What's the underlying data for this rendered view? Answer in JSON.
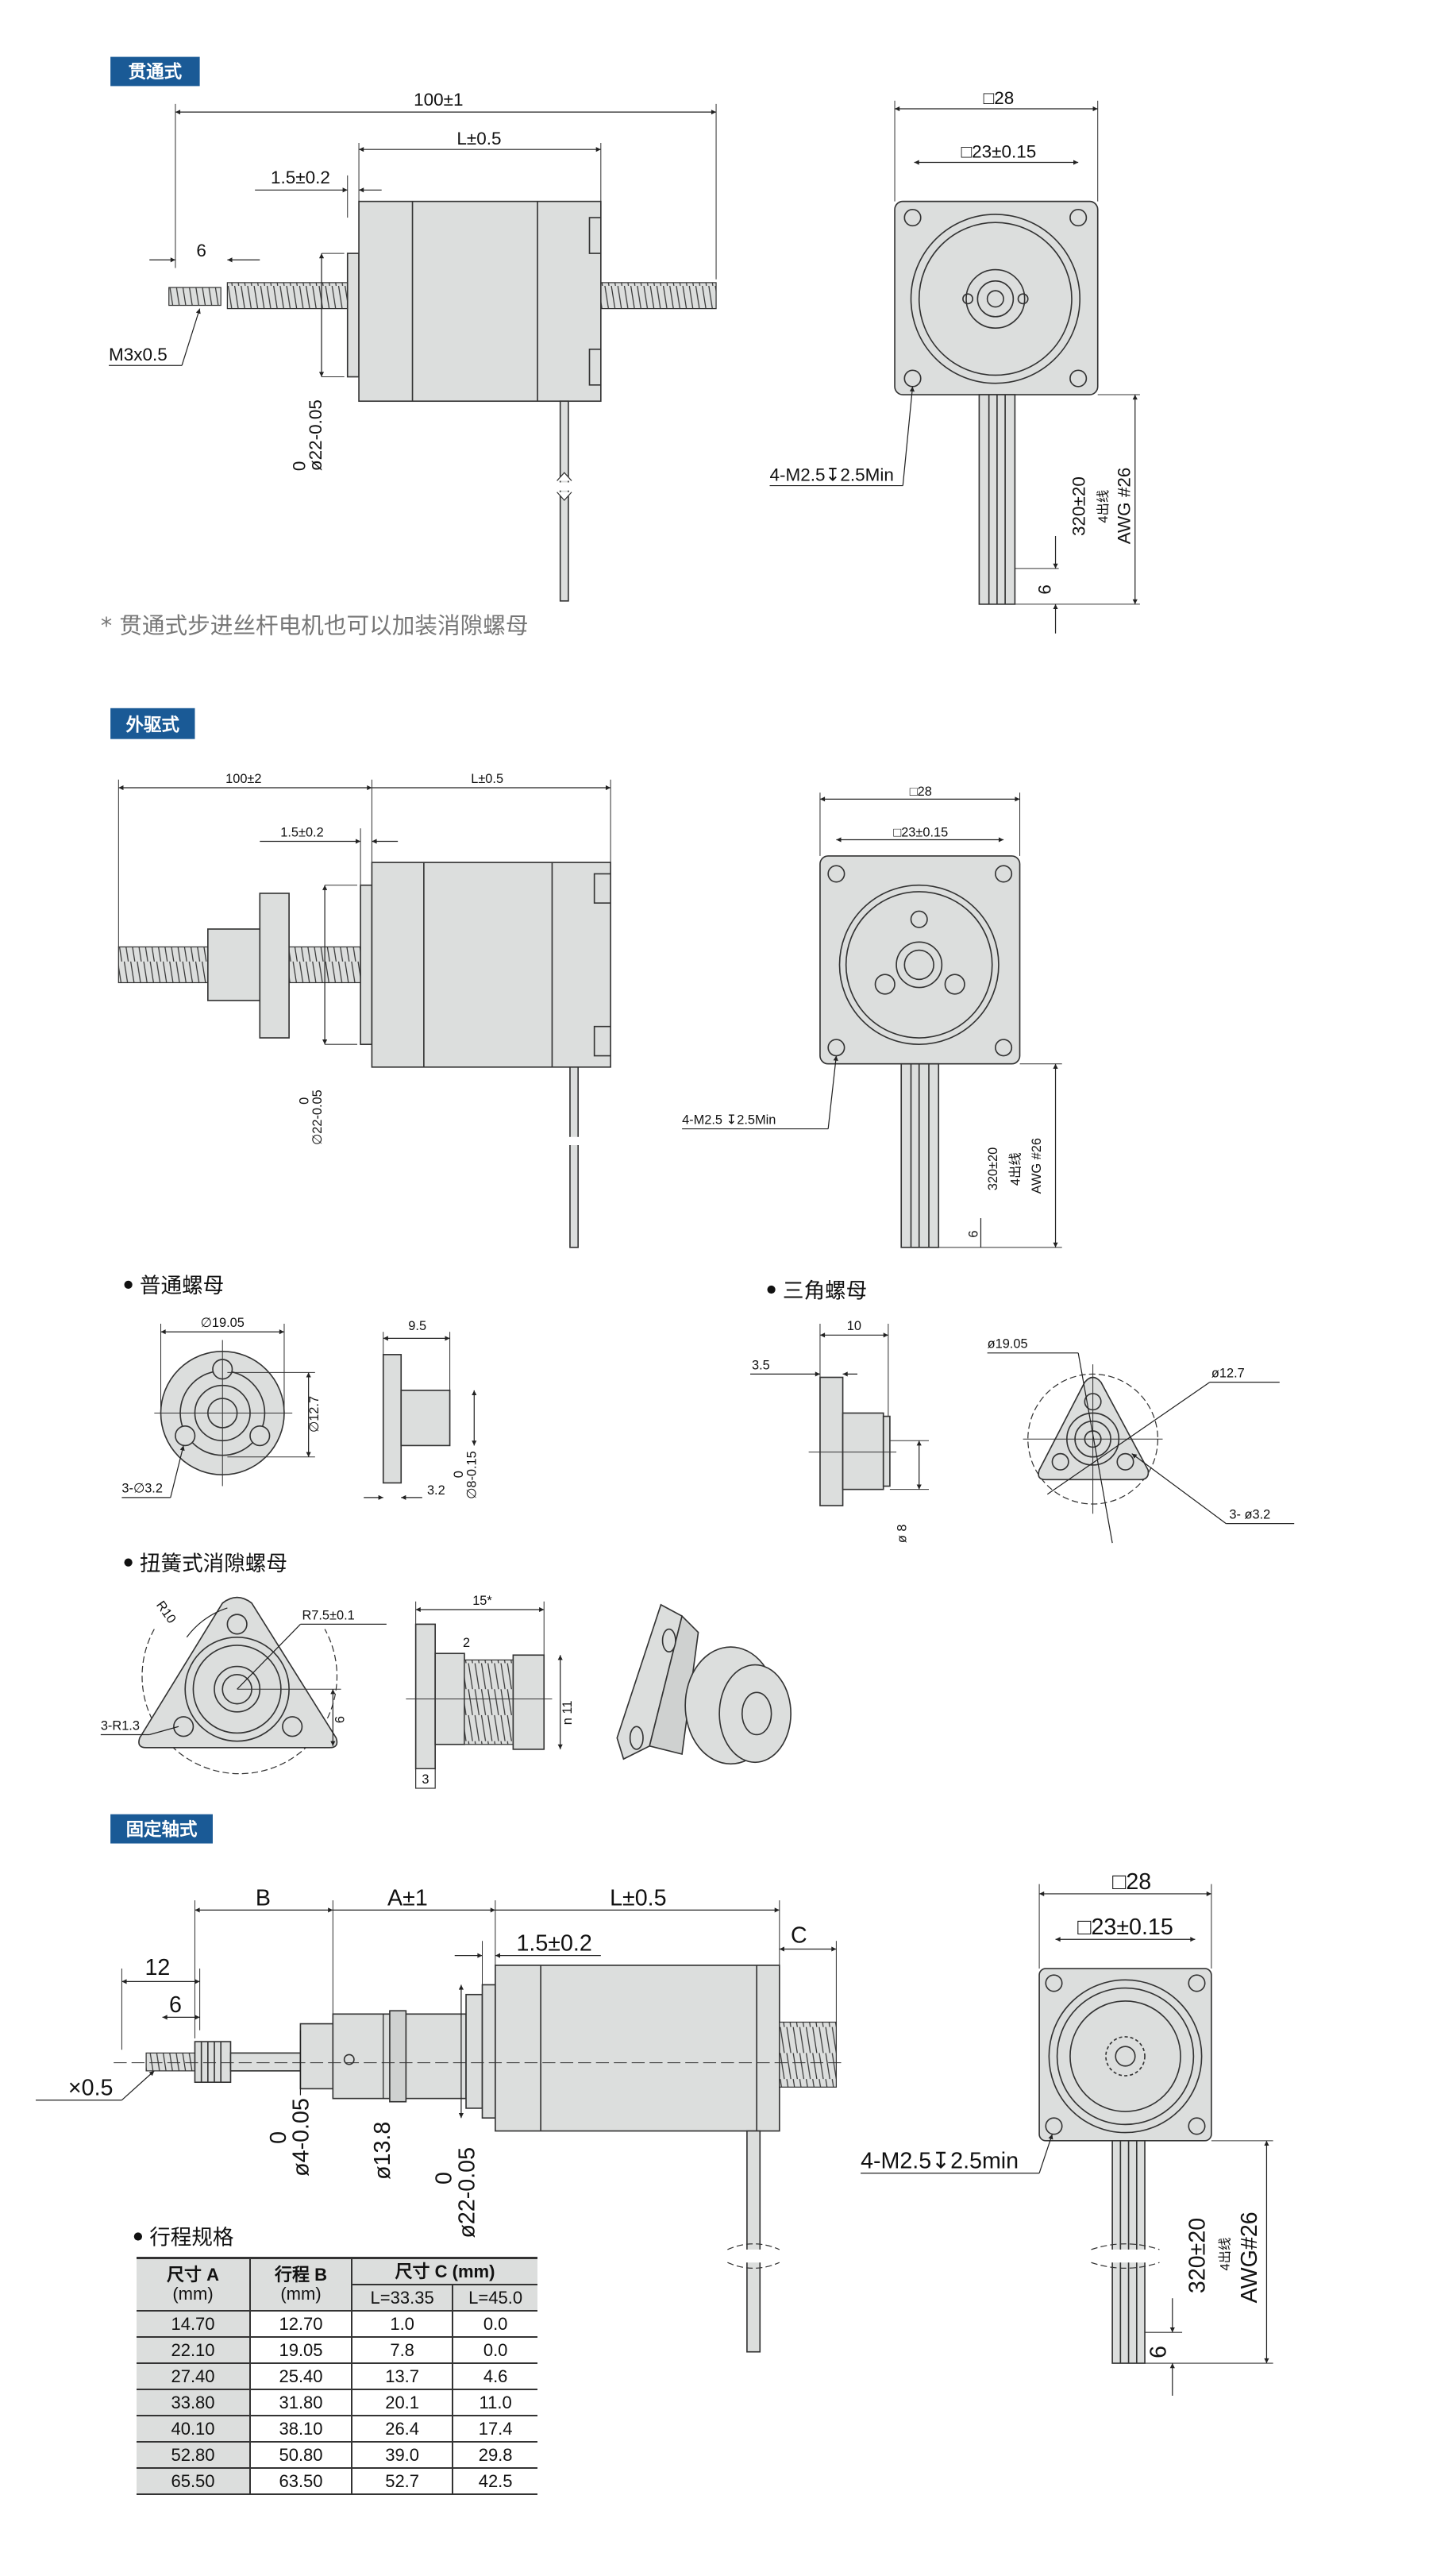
{
  "colors": {
    "badge": "#1a5a96",
    "part": "#dcdedd",
    "note": "#777777"
  },
  "through": {
    "badge": "贯通式",
    "total": "100±1",
    "length": "L±0.5",
    "flange": "1.5±0.2",
    "tip": "6",
    "thread": "M3x0.5",
    "dia_zero": "0",
    "dia": "ø22-0.05",
    "sq_outer": "□28",
    "sq_inner": "□23±0.15",
    "holes": "4-M2.5↧2.5Min",
    "lead_len": "320±20",
    "lead_count": "4出线",
    "awg": "AWG #26",
    "strip": "6",
    "note": "* 贯通式步进丝杆电机也可以加装消隙螺母"
  },
  "external": {
    "badge": "外驱式",
    "total": "100±2",
    "length": "L±0.5",
    "flange": "1.5±0.2",
    "dia_zero": "0",
    "dia": "∅22-0.05",
    "sq_outer": "□28",
    "sq_inner": "□23±0.15",
    "holes": "4-M2.5 ↧2.5Min",
    "lead_len": "320±20",
    "lead_count": "4出线",
    "awg": "AWG #26",
    "strip": "6"
  },
  "nuts": {
    "standard": {
      "title": "普通螺母",
      "od": "∅19.05",
      "pcd": "∅12.7",
      "holes": "3-∅3.2",
      "width": "9.5",
      "flange": "3.2",
      "hub": "∅8-0.15",
      "hub_zero": "0"
    },
    "triangle": {
      "title": "三角螺母",
      "width": "10",
      "flange": "3.5",
      "hub": "ø 8",
      "od": "ø19.05",
      "pcd": "ø12.7",
      "holes": "3- ø3.2"
    },
    "antibacklash": {
      "title": "扭簧式消隙螺母",
      "radius": "R10",
      "bore": "R7.5±0.1",
      "holes": "3-R1.3",
      "offset": "6",
      "length": "15*",
      "gap": "2",
      "dia": "n 11",
      "flange": "3"
    }
  },
  "fixed": {
    "badge": "固定轴式",
    "b": "B",
    "a": "A±1",
    "length": "L±0.5",
    "c": "C",
    "flange": "1.5±0.2",
    "d12": "12",
    "d6": "6",
    "thread": "×0.5",
    "shaft": "ø4-0.05",
    "shaft_zero": "0",
    "boss": "ø13.8",
    "dia": "ø22-0.05",
    "dia_zero": "0",
    "sq_outer": "□28",
    "sq_inner": "□23±0.15",
    "holes": "4-M2.5↧2.5min",
    "lead_len": "320±20",
    "lead_count": "4出线",
    "awg": "AWG#26",
    "strip": "6"
  },
  "stroke_table": {
    "title": "行程规格",
    "headers": {
      "a": "尺寸 A",
      "b": "行程 B",
      "c": "尺寸 C (mm)",
      "unit": "(mm)",
      "l1": "L=33.35",
      "l2": "L=45.0"
    },
    "rows": [
      [
        "14.70",
        "12.70",
        "1.0",
        "0.0"
      ],
      [
        "22.10",
        "19.05",
        "7.8",
        "0.0"
      ],
      [
        "27.40",
        "25.40",
        "13.7",
        "4.6"
      ],
      [
        "33.80",
        "31.80",
        "20.1",
        "11.0"
      ],
      [
        "40.10",
        "38.10",
        "26.4",
        "17.4"
      ],
      [
        "52.80",
        "50.80",
        "39.0",
        "29.8"
      ],
      [
        "65.50",
        "63.50",
        "52.7",
        "42.5"
      ]
    ]
  }
}
